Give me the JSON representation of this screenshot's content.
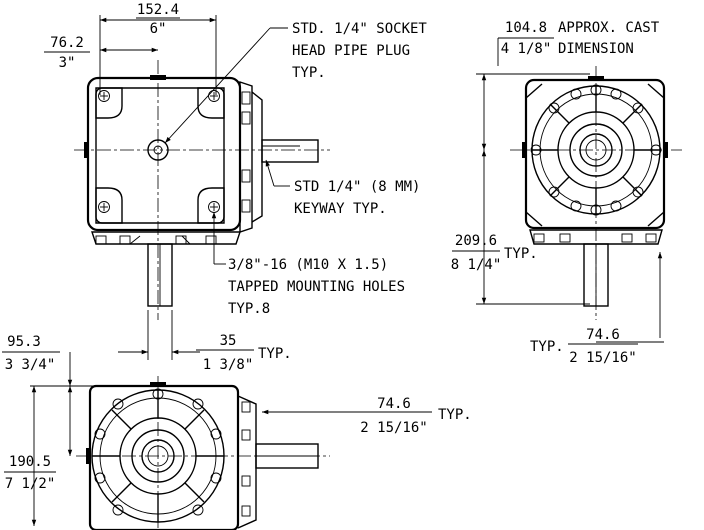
{
  "dimensions": {
    "width_top": {
      "metric": "152.4",
      "imperial": "6\""
    },
    "half_width_top": {
      "metric": "76.2",
      "imperial": "3\""
    },
    "approx_cast": {
      "metric": "104.8",
      "imperial": "4 1/8\"",
      "note_line1": "APPROX. CAST",
      "note_line2": "DIMENSION"
    },
    "height_side": {
      "metric": "209.6",
      "imperial": "8 1/4\"",
      "suffix": "TYP."
    },
    "shaft_offset_right": {
      "metric": "74.6",
      "imperial": "2 15/16\"",
      "prefix": "TYP."
    },
    "shaft_length": {
      "metric": "35",
      "imperial": "1 3/8\"",
      "suffix": "TYP."
    },
    "half_height_bottom": {
      "metric": "95.3",
      "imperial": "3 3/4\""
    },
    "height_bottom": {
      "metric": "190.5",
      "imperial": "7 1/2\""
    },
    "shaft_offset_bottom": {
      "metric": "74.6",
      "imperial": "2 15/16\"",
      "suffix": "TYP."
    }
  },
  "notes": {
    "pipe_plug": [
      "STD. 1/4\" SOCKET",
      "HEAD PIPE PLUG",
      "TYP."
    ],
    "keyway": [
      "STD 1/4\" (8 MM)",
      "KEYWAY TYP."
    ],
    "mounting_holes": [
      "3/8\"-16 (M10 X 1.5)",
      "TAPPED MOUNTING HOLES",
      "TYP.8"
    ]
  }
}
